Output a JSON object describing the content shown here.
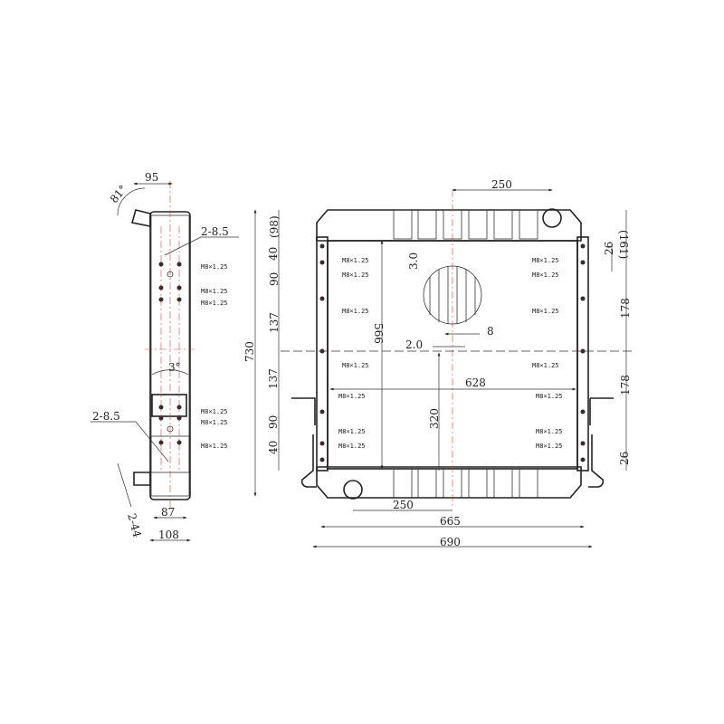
{
  "side_view": {
    "width_top": "95",
    "angle_top": "81°",
    "hole_top": "2-8.5",
    "thread_labels": [
      "M8×1.25",
      "M8×1.25",
      "M8×1.25",
      "M8×1.25",
      "M8×1.25",
      "M8×1.25"
    ],
    "angle_mid": "3°",
    "hole_bottom": "2-8.5",
    "pipe": "2-44",
    "width_inner": "87",
    "width_outer": "108",
    "height": "730"
  },
  "front_view": {
    "top_pipe_offset": "250",
    "left_dims": [
      "(98)",
      "40",
      "90",
      "137",
      "137",
      "90",
      "40"
    ],
    "core_height": "566",
    "fin_pitch": "3.0",
    "tube_pitch": "8",
    "fin_gap": "2.0",
    "core_width": "628",
    "center_height": "320",
    "bottom_pipe_offset": "250",
    "width_665": "665",
    "width_690": "690",
    "right_dims": [
      "26",
      "(161)",
      "178",
      "178",
      "26"
    ],
    "thread_left": [
      "M8×1.25",
      "M8×1.25",
      "M8×1.25",
      "M8×1.25",
      "M8×1.25",
      "M8×1.25",
      "M8×1.25"
    ],
    "thread_right": [
      "M8×1.25",
      "M8×1.25",
      "M8×1.25",
      "M8×1.25",
      "M8×1.25",
      "M8×1.25",
      "M8×1.25"
    ]
  }
}
